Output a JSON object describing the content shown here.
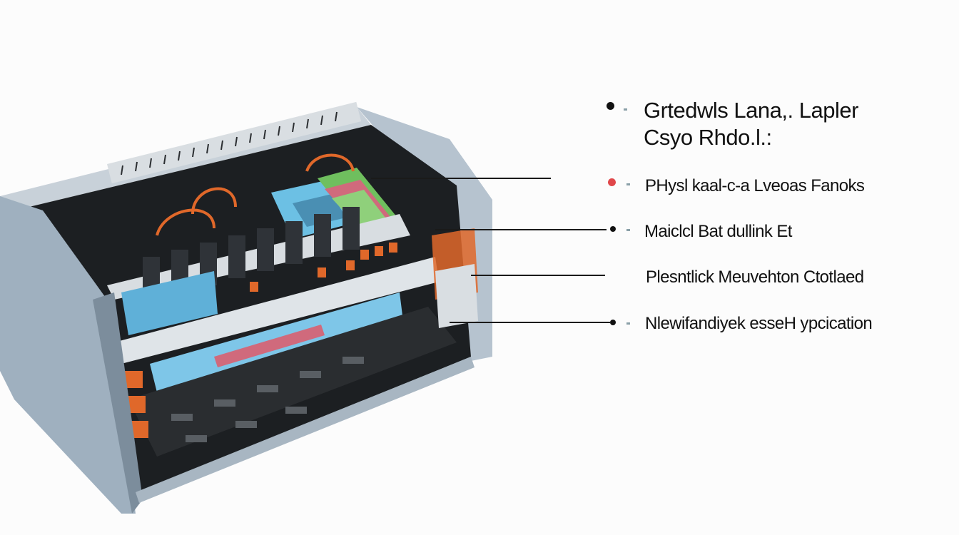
{
  "title": {
    "line1": "Grtedwls Lana,. Lapler",
    "line2": "Csyo Rhdo.l.:"
  },
  "labels": [
    "PHysl kaal-c-a Lveoas Fanoks",
    "Maiclcl  Bat dullink Et",
    "Plesntlick Meuvehton Ctotlaed",
    "Nlewifandiyek esseH  ypcication"
  ],
  "colors": {
    "chassis": "#9fb0bf",
    "chassis_dark": "#6f808f",
    "board": "#1c1f22",
    "accent_blue": "#5fb0d8",
    "accent_orange": "#e0682a",
    "accent_green": "#5ba552",
    "bullet_red": "#e0474a"
  }
}
